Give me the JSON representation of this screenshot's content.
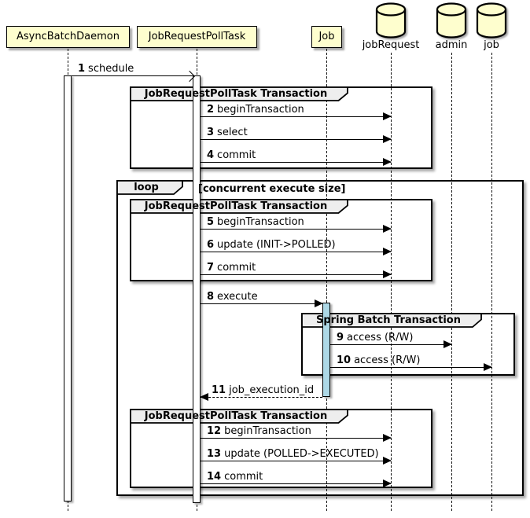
{
  "colors": {
    "background": "#FFFFFF",
    "participant_fill": "#FEFECE",
    "border": "#000000",
    "fragment_header_fill": "#EEEEEE",
    "activation_fill": "#FFFFFF",
    "activation_highlight_fill": "#ADD8E6"
  },
  "participants": [
    {
      "label": "AsyncBatchDaemon",
      "type": "box"
    },
    {
      "label": "JobRequestPollTask",
      "type": "box"
    },
    {
      "label": "Job",
      "type": "box"
    },
    {
      "label": "jobRequest",
      "type": "database"
    },
    {
      "label": "admin",
      "type": "database"
    },
    {
      "label": "job",
      "type": "database"
    }
  ],
  "fragments": [
    {
      "label": "JobRequestPollTask Transaction"
    },
    {
      "label": "loop",
      "condition": "[concurrent execute size]"
    },
    {
      "label": "JobRequestPollTask Transaction"
    },
    {
      "label": "Spring Batch Transaction"
    },
    {
      "label": "JobRequestPollTask Transaction"
    }
  ],
  "messages": [
    {
      "num": "1",
      "text": "schedule"
    },
    {
      "num": "2",
      "text": "beginTransaction"
    },
    {
      "num": "3",
      "text": "select"
    },
    {
      "num": "4",
      "text": "commit"
    },
    {
      "num": "5",
      "text": "beginTransaction"
    },
    {
      "num": "6",
      "text": "update (INIT->POLLED)"
    },
    {
      "num": "7",
      "text": "commit"
    },
    {
      "num": "8",
      "text": "execute"
    },
    {
      "num": "9",
      "text": "access (R/W)"
    },
    {
      "num": "10",
      "text": "access (R/W)"
    },
    {
      "num": "11",
      "text": "job_execution_id"
    },
    {
      "num": "12",
      "text": "beginTransaction"
    },
    {
      "num": "13",
      "text": "update (POLLED->EXECUTED)"
    },
    {
      "num": "14",
      "text": "commit"
    }
  ]
}
